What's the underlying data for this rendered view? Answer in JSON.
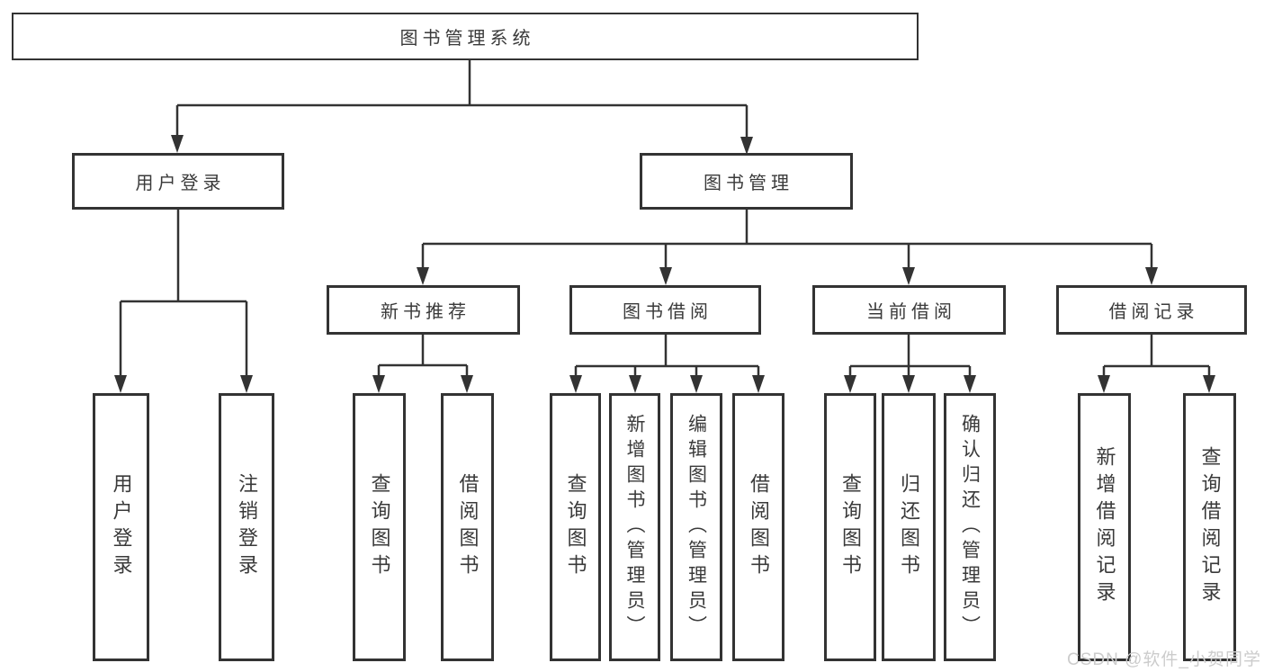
{
  "diagram": {
    "watermark": "CSDN @软件_小贺同学",
    "colors": {
      "line": "#333333",
      "text": "#3a3a3a",
      "watermark": "#cccccc",
      "background": "#ffffff"
    },
    "tree": {
      "label": "图书管理系统",
      "children": [
        {
          "label": "用户登录",
          "children": [
            {
              "label": "用户登录"
            },
            {
              "label": "注销登录"
            }
          ]
        },
        {
          "label": "图书管理",
          "children": [
            {
              "label": "新书推荐",
              "children": [
                {
                  "label": "查询图书"
                },
                {
                  "label": "借阅图书"
                }
              ]
            },
            {
              "label": "图书借阅",
              "children": [
                {
                  "label": "查询图书"
                },
                {
                  "label": "新增图书（管理员）"
                },
                {
                  "label": "编辑图书（管理员）"
                },
                {
                  "label": "借阅图书"
                }
              ]
            },
            {
              "label": "当前借阅",
              "children": [
                {
                  "label": "查询图书"
                },
                {
                  "label": "归还图书"
                },
                {
                  "label": "确认归还（管理员）"
                }
              ]
            },
            {
              "label": "借阅记录",
              "children": [
                {
                  "label": "新增借阅记录"
                },
                {
                  "label": "查询借阅记录"
                }
              ]
            }
          ]
        }
      ]
    }
  }
}
